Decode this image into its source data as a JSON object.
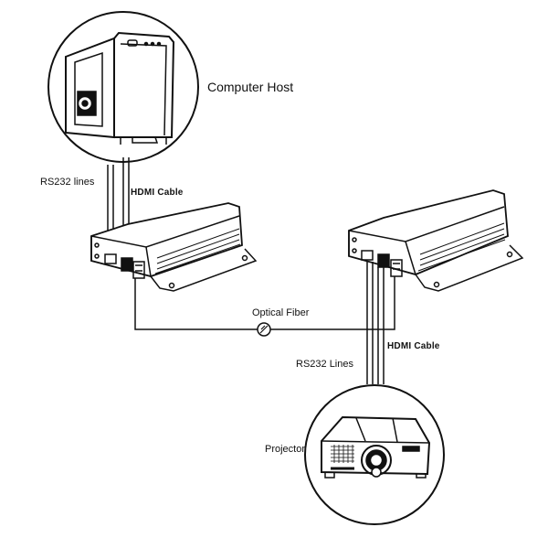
{
  "labels": {
    "computer_host": "Computer Host",
    "rs232_lines_top": "RS232 lines",
    "hdmi_cable_top": "HDMI Cable",
    "optical_fiber": "Optical Fiber",
    "hdmi_cable_bottom": "HDMI Cable",
    "rs232_lines_bottom": "RS232 Lines",
    "projector": "Projector"
  },
  "colors": {
    "line": "#111111",
    "background": "#ffffff"
  }
}
